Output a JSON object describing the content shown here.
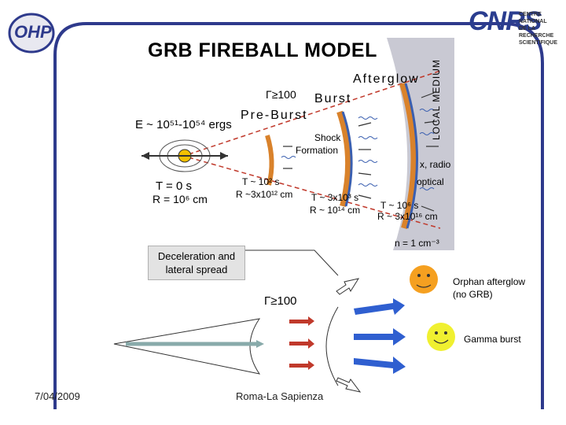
{
  "title": "GRB FIREBALL MODEL",
  "top_diagram": {
    "gamma_top": "Γ≥100",
    "energy": "E ~ 10⁵¹-10⁵⁴ ergs",
    "pre_burst": "Pre-Burst",
    "burst": "Burst",
    "afterglow": "Afterglow",
    "local_medium": "LOCAL MEDIUM",
    "shock": "Shock",
    "formation": "Formation",
    "xray_radio": "x, radio",
    "optical": "optical",
    "t0": "T = 0 s",
    "r0": "R = 10⁶ cm",
    "t1": "T ~ 10² s",
    "r1": "R ~3x10¹² cm",
    "t2": "T ~ 3x10³ s",
    "r2": "R ~ 10¹⁴ cm",
    "t3": "T ~ 10⁶ s",
    "r3": "R ~ 3x10¹⁶ cm",
    "density": "n = 1 cm⁻³"
  },
  "bottom_diagram": {
    "box_line1": "Deceleration and",
    "box_line2": "lateral spread",
    "gamma_bottom": "Γ≥100",
    "orphan_line1": "Orphan afterglow",
    "orphan_line2": "(no GRB)",
    "gamma_burst": "Gamma burst"
  },
  "footer": {
    "date": "7/04/2009",
    "place": "Roma-La Sapienza"
  },
  "logos": {
    "ohp": "OHP",
    "cnrs": "CNRS",
    "cnrs_line1": "CENTRE NATIONAL",
    "cnrs_line2": "DE LA RECHERCHE",
    "cnrs_line3": "SCIENTIFIQUE"
  },
  "colors": {
    "frame": "#2e3a8c",
    "medium": "#c9c9d3",
    "shell_orange": "#d9822b",
    "shell_blue": "#3a5fb0",
    "arrow_red": "#c0392b",
    "arrow_blue": "#2f5fd0",
    "face_orange": "#f5a020",
    "face_yellow": "#f0f030"
  }
}
